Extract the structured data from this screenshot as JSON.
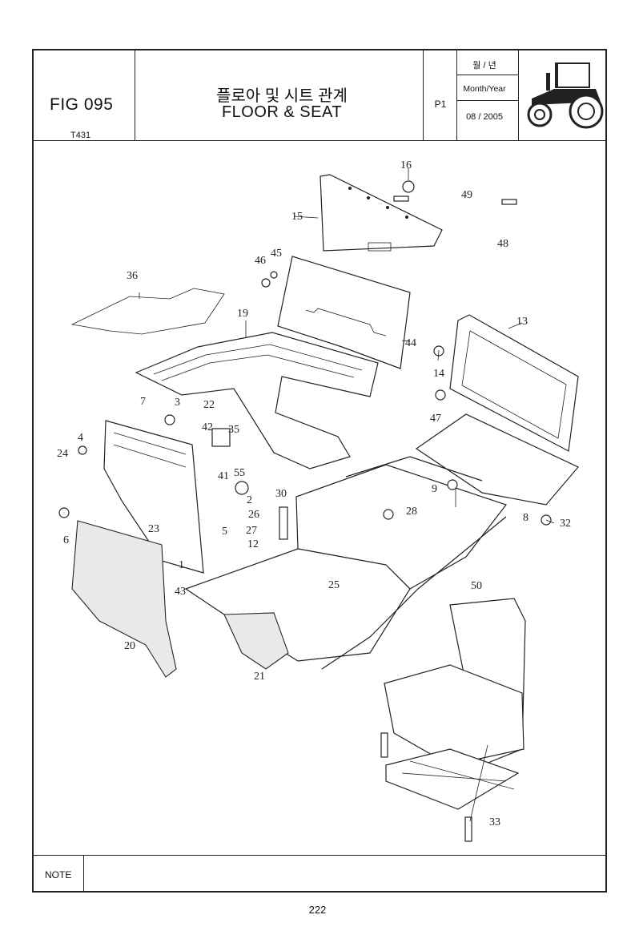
{
  "header": {
    "fig_label": "FIG 095",
    "model_code": "T431",
    "title_korean": "플로아 및 시트 관계",
    "title_english": "FLOOR & SEAT",
    "page_code": "P1",
    "date_label_korean": "월 / 년",
    "date_label_english": "Month/Year",
    "date_value": "08 / 2005"
  },
  "callouts": [
    "16",
    "49",
    "15",
    "48",
    "46",
    "45",
    "36",
    "19",
    "44",
    "13",
    "14",
    "7",
    "3",
    "22",
    "42",
    "35",
    "4",
    "24",
    "41",
    "55",
    "47",
    "9",
    "30",
    "28",
    "2",
    "26",
    "27",
    "6",
    "23",
    "5",
    "12",
    "8",
    "32",
    "1",
    "25",
    "43",
    "50",
    "20",
    "21",
    "33"
  ],
  "footer": {
    "note_label": "NOTE",
    "page_number": "222"
  }
}
